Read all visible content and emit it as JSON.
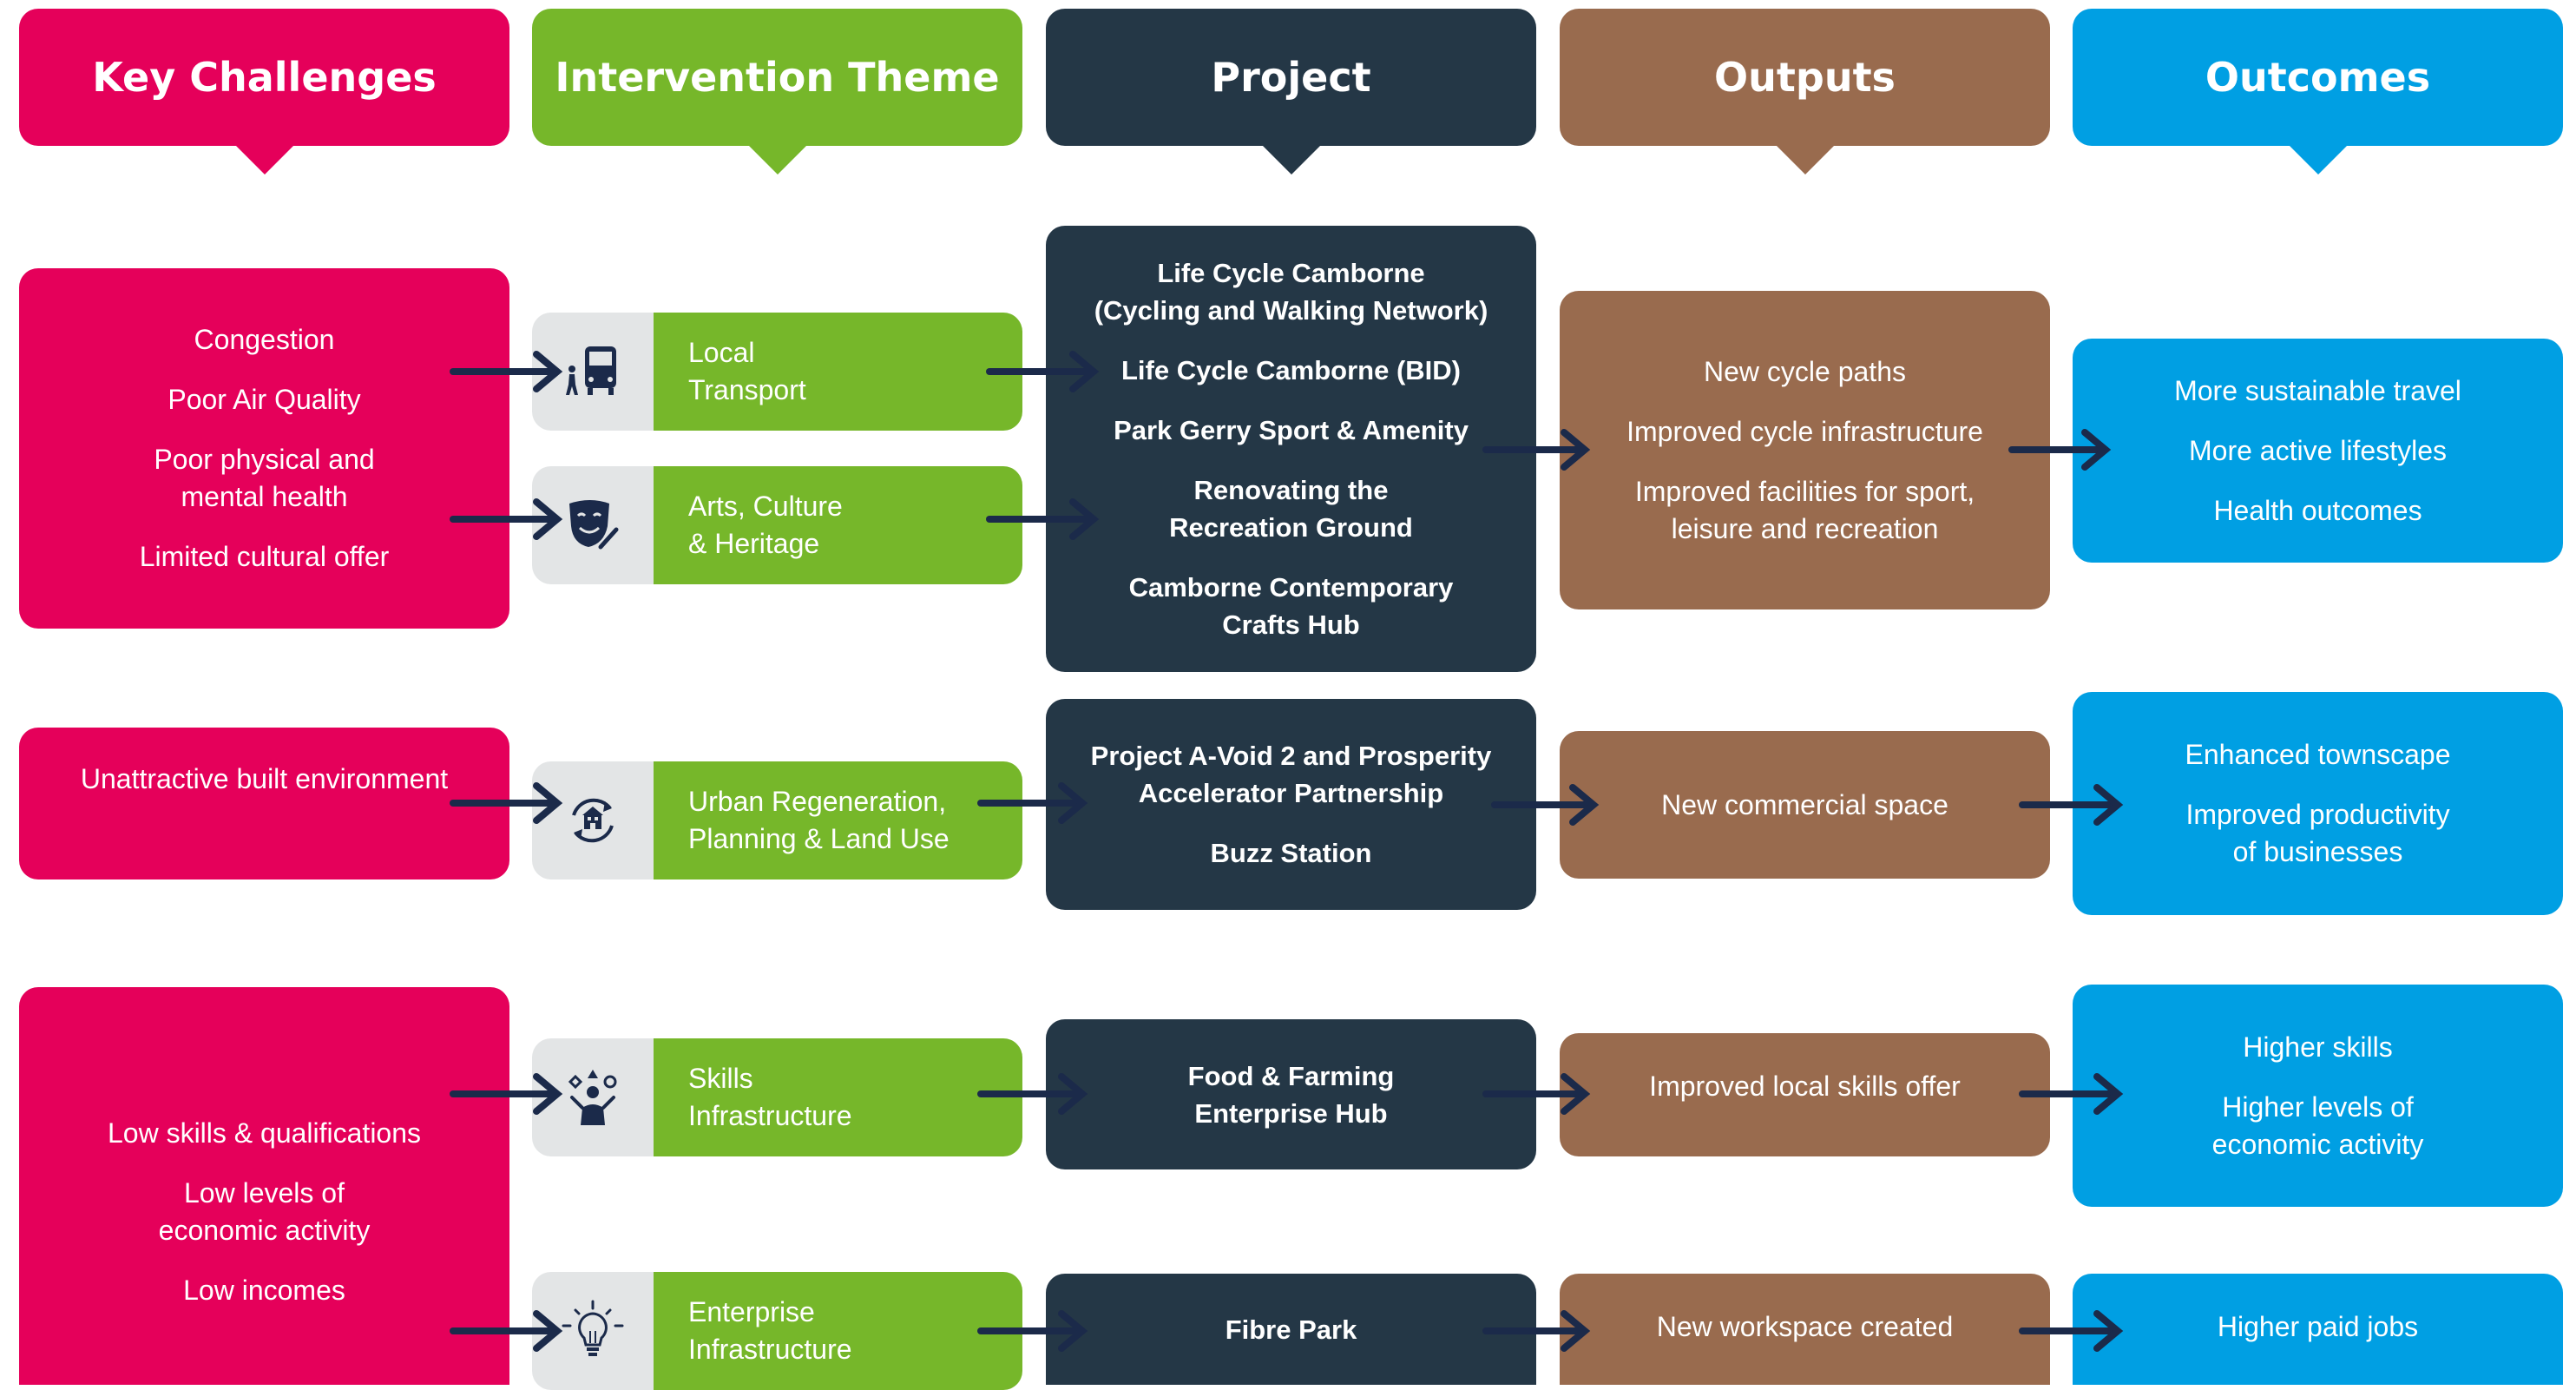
{
  "headers": {
    "challenges": "Key Challenges",
    "themes": "Intervention Theme",
    "projects": "Project",
    "outputs": "Outputs",
    "outcomes": "Outcomes"
  },
  "challenges": [
    [
      "Congestion",
      "Poor Air Quality",
      "Poor physical and\nmental health",
      "Limited cultural offer"
    ],
    [
      "Unattractive built environment"
    ],
    [
      "Low skills & qualifications",
      "Low levels of\neconomic activity",
      "Low incomes"
    ]
  ],
  "themes": [
    {
      "label": "Local\nTransport",
      "icon": "transport-icon"
    },
    {
      "label": "Arts, Culture\n& Heritage",
      "icon": "theatre-mask-icon"
    },
    {
      "label": "Urban Regeneration,\nPlanning & Land Use",
      "icon": "regeneration-icon"
    },
    {
      "label": "Skills\nInfrastructure",
      "icon": "skills-icon"
    },
    {
      "label": "Enterprise\nInfrastructure",
      "icon": "lightbulb-icon"
    }
  ],
  "projects": [
    [
      "Life Cycle Camborne\n(Cycling and Walking Network)",
      "Life Cycle Camborne (BID)",
      "Park Gerry Sport & Amenity",
      "Renovating the\nRecreation Ground",
      "Camborne Contemporary\nCrafts Hub"
    ],
    [
      "Project A-Void 2 and Prosperity\nAccelerator Partnership",
      "Buzz Station"
    ],
    [
      "Food & Farming\nEnterprise Hub"
    ],
    [
      "Fibre Park"
    ]
  ],
  "outputs": [
    [
      "New cycle paths",
      "Improved cycle infrastructure",
      "Improved facilities for sport,\nleisure and recreation"
    ],
    [
      "New commercial space"
    ],
    [
      "Improved local skills offer"
    ],
    [
      "New workspace created"
    ]
  ],
  "outcomes": [
    [
      "More sustainable travel",
      "More active lifestyles",
      "Health outcomes"
    ],
    [
      "Enhanced townscape",
      "Improved productivity\nof businesses"
    ],
    [
      "Higher skills",
      "Higher levels of\neconomic activity"
    ],
    [
      "Higher paid jobs"
    ]
  ],
  "colors": {
    "challenges": "#e5005a",
    "themes": "#76b72a",
    "projects": "#243746",
    "outputs": "#996b4e",
    "outcomes": "#009fe3",
    "arrow": "#1b2a4a",
    "icon_bg": "#e3e5e6"
  }
}
